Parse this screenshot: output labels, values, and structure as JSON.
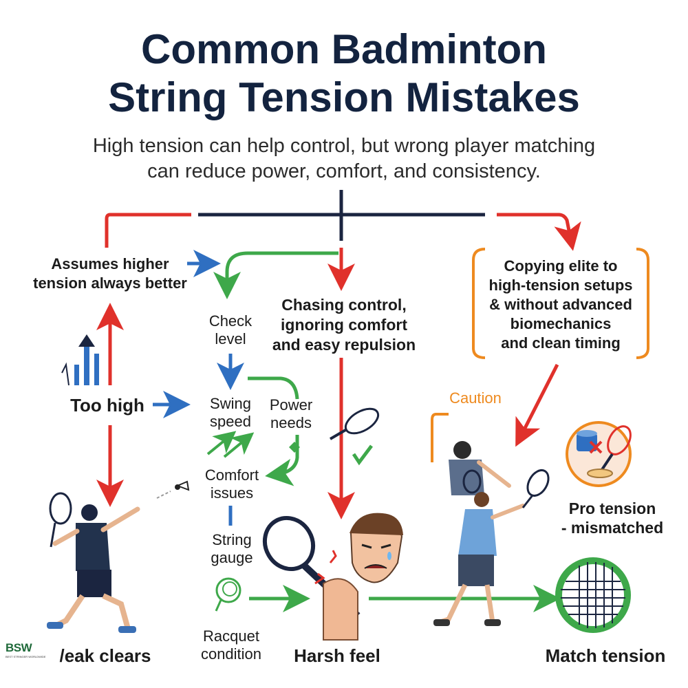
{
  "header": {
    "title_line1": "Common Badminton",
    "title_line2": "String Tension Mistakes",
    "subtitle_line1": "High tension can help control, but wrong player matching",
    "subtitle_line2": "can reduce power, comfort, and consistency."
  },
  "nodes": {
    "assumes_line1": "Assumes higher",
    "assumes_line2": "tension always better",
    "too_high": "Too high",
    "weak_clears": "/eak clears",
    "check_level_line1": "Check",
    "check_level_line2": "level",
    "swing_speed_line1": "Swing",
    "swing_speed_line2": "speed",
    "power_needs_line1": "Power",
    "power_needs_line2": "needs",
    "comfort_issues_line1": "Comfort",
    "comfort_issues_line2": "issues",
    "string_gauge_line1": "String",
    "string_gauge_line2": "gauge",
    "racquet_condition_line1": "Racquet",
    "racquet_condition_line2": "condition",
    "chasing_line1": "Chasing control,",
    "chasing_line2": "ignoring comfort",
    "chasing_line3": "and easy repulsion",
    "harsh_feel": "Harsh feel",
    "copying_line1": "Copying elite to",
    "copying_line2": "high-tension setups",
    "copying_line3": "& without advanced",
    "copying_line4": "biomechanics",
    "copying_line5": "and clean timing",
    "caution": "Caution",
    "pro_tension_line1": "Pro tension",
    "pro_tension_line2": "- mismatched",
    "match_tension": "Match tension"
  },
  "logo": {
    "text": "BSW",
    "tagline": "BEST STRINGER WORLDWIDE"
  },
  "icons": [
    "signal-bars-icon",
    "shuttlecock-icon",
    "racket-icon",
    "checkmark-icon",
    "crying-face-icon",
    "player-smashing-icon",
    "player-swinging-icon",
    "string-reel-icon",
    "strung-racket-head-icon"
  ],
  "colors": {
    "title": "#13233f",
    "red_arrow": "#e0312b",
    "green_arrow": "#3ea84a",
    "blue_arrow": "#2f6fc1",
    "orange_bracket": "#ee8a1f",
    "navy_line": "#1b2540"
  }
}
